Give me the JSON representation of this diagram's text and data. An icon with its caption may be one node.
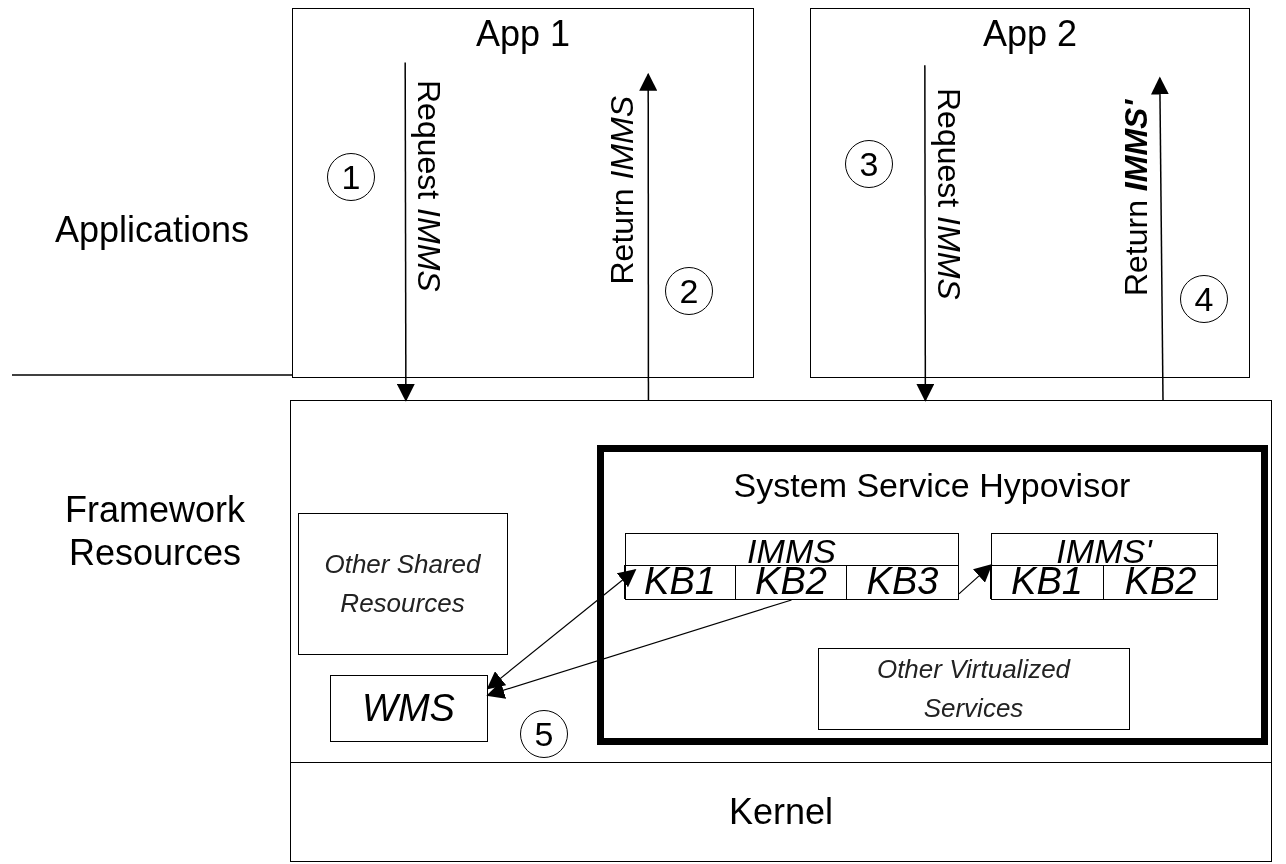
{
  "diagram": {
    "nodes": [
      {
        "text": [
          "App 1"
        ]
      },
      {
        "text": [
          "App 2"
        ]
      },
      {
        "text": [],
        "shape": "box"
      },
      {
        "text": [
          "Other Shared Resources"
        ],
        "in": 2
      },
      {
        "text": [
          "WMS"
        ],
        "in": 2
      },
      {
        "text": [
          "System Service Hypovisor"
        ],
        "in": 2
      },
      {
        "text": [
          "IMMS"
        ],
        "in": 5
      },
      {
        "text": [
          "KB1"
        ],
        "in": 6
      },
      {
        "text": [
          "KB2"
        ],
        "in": 6
      },
      {
        "text": [
          "KB3"
        ],
        "in": 6
      },
      {
        "text": [
          "IMMS'"
        ],
        "in": 5
      },
      {
        "text": [
          "KB1"
        ],
        "in": 10
      },
      {
        "text": [
          "KB2"
        ],
        "in": 10
      },
      {
        "text": [
          "Other Virtualized Services"
        ],
        "in": 5
      },
      {
        "text": [
          "Kernel"
        ]
      }
    ],
    "edges": [
      {
        "from": 0,
        "to": 2,
        "arrow": "to",
        "label": "Request *IMMS*"
      },
      {
        "from": 2,
        "to": 0,
        "arrow": "to",
        "label": "Return *IMMS*"
      },
      {
        "from": 1,
        "to": 2,
        "arrow": "to",
        "label": "Request *IMMS*"
      },
      {
        "from": 2,
        "to": 1,
        "arrow": "to",
        "label": "Return **IMMS'**"
      },
      {
        "from": 4,
        "to": 7,
        "arrow": "both"
      },
      {
        "from": 8,
        "to": 4,
        "arrow": "to"
      },
      {
        "from": 9,
        "to": 10,
        "arrow": "to"
      }
    ],
    "labels": [
      "Applications",
      "Framework Resources",
      "1",
      "2",
      "3",
      "4",
      "5"
    ]
  }
}
